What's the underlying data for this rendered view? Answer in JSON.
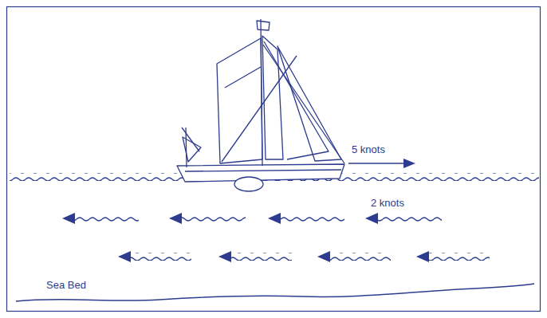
{
  "diagram": {
    "labels": [
      "5 knots",
      "2 knots",
      "Sea Bed"
    ]
  }
}
